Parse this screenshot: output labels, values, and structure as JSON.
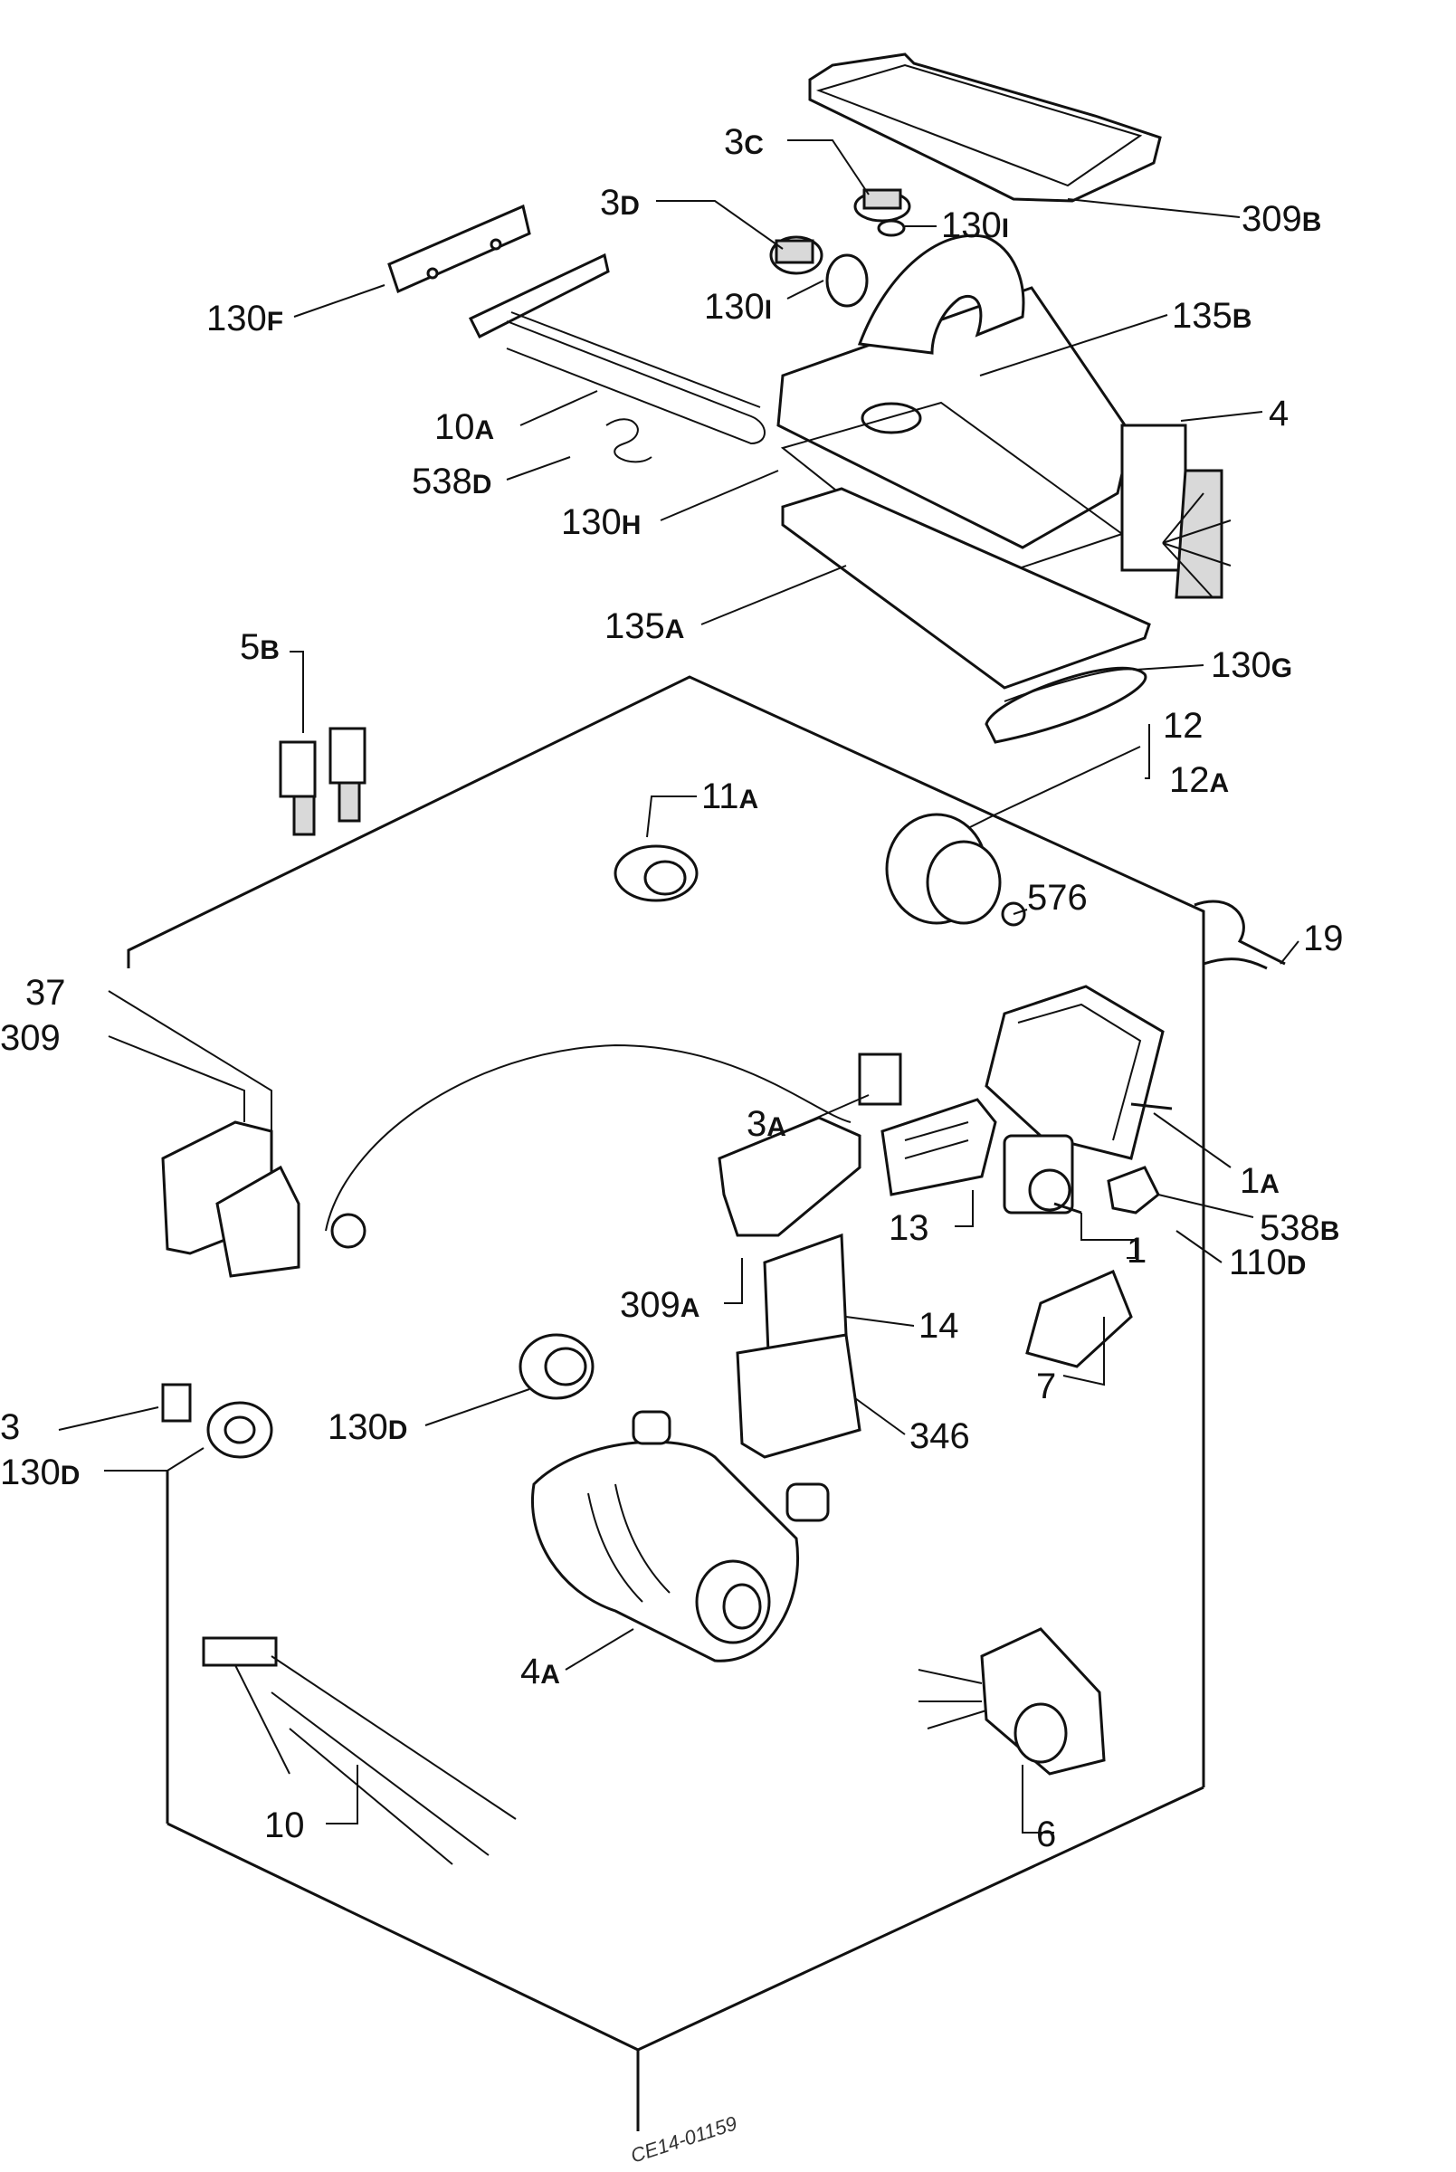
{
  "labels": {
    "l_3c": {
      "main": "3",
      "suffix": "C"
    },
    "l_3d": {
      "main": "3",
      "suffix": "D"
    },
    "l_309b": {
      "main": "309",
      "suffix": "B"
    },
    "l_130i_a": {
      "main": "130",
      "suffix": "I"
    },
    "l_130i_b": {
      "main": "130",
      "suffix": "I"
    },
    "l_130f": {
      "main": "130",
      "suffix": "F"
    },
    "l_135b": {
      "main": "135",
      "suffix": "B"
    },
    "l_4": {
      "main": "4",
      "suffix": ""
    },
    "l_10a": {
      "main": "10",
      "suffix": "A"
    },
    "l_538d": {
      "main": "538",
      "suffix": "D"
    },
    "l_130h": {
      "main": "130",
      "suffix": "H"
    },
    "l_135a": {
      "main": "135",
      "suffix": "A"
    },
    "l_5b": {
      "main": "5",
      "suffix": "B"
    },
    "l_130g": {
      "main": "130",
      "suffix": "G"
    },
    "l_12": {
      "main": "12",
      "suffix": ""
    },
    "l_12a": {
      "main": "12",
      "suffix": "A"
    },
    "l_11a": {
      "main": "11",
      "suffix": "A"
    },
    "l_576": {
      "main": "576",
      "suffix": ""
    },
    "l_19": {
      "main": "19",
      "suffix": ""
    },
    "l_37": {
      "main": "37",
      "suffix": ""
    },
    "l_309": {
      "main": "309",
      "suffix": ""
    },
    "l_3a": {
      "main": "3",
      "suffix": "A"
    },
    "l_1a": {
      "main": "1",
      "suffix": "A"
    },
    "l_13": {
      "main": "13",
      "suffix": ""
    },
    "l_538b": {
      "main": "538",
      "suffix": "B"
    },
    "l_1": {
      "main": "1",
      "suffix": ""
    },
    "l_110d": {
      "main": "110",
      "suffix": "D"
    },
    "l_309a": {
      "main": "309",
      "suffix": "A"
    },
    "l_14": {
      "main": "14",
      "suffix": ""
    },
    "l_7": {
      "main": "7",
      "suffix": ""
    },
    "l_346": {
      "main": "346",
      "suffix": ""
    },
    "l_130d_a": {
      "main": "130",
      "suffix": "D"
    },
    "l_3": {
      "main": "3",
      "suffix": ""
    },
    "l_130d_b": {
      "main": "130",
      "suffix": "D"
    },
    "l_4a": {
      "main": "4",
      "suffix": "A"
    },
    "l_10": {
      "main": "10",
      "suffix": ""
    },
    "l_6": {
      "main": "6",
      "suffix": ""
    }
  },
  "drawing_code": "CE14-01159"
}
